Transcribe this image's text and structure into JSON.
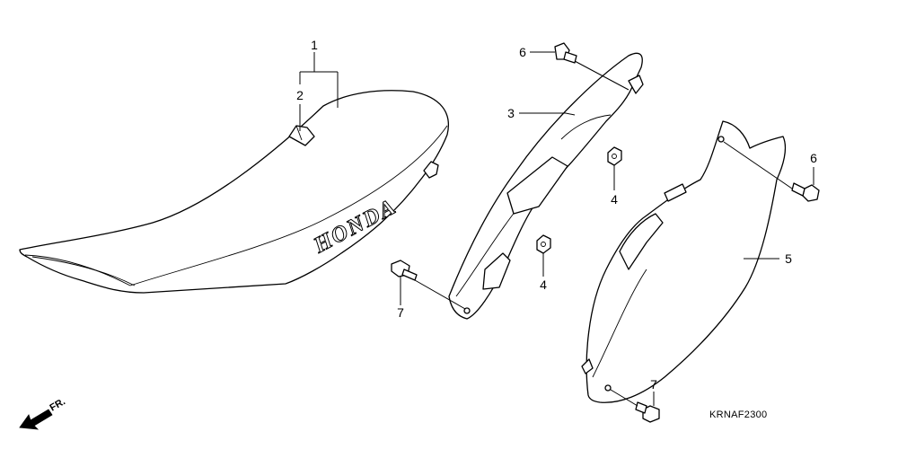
{
  "diagram": {
    "callouts": [
      {
        "id": "c1",
        "text": "1"
      },
      {
        "id": "c2",
        "text": "2"
      },
      {
        "id": "c3",
        "text": "3"
      },
      {
        "id": "c4a",
        "text": "4"
      },
      {
        "id": "c4b",
        "text": "4"
      },
      {
        "id": "c5",
        "text": "5"
      },
      {
        "id": "c6a",
        "text": "6"
      },
      {
        "id": "c6b",
        "text": "6"
      },
      {
        "id": "c7a",
        "text": "7"
      },
      {
        "id": "c7b",
        "text": "7"
      }
    ],
    "seat_brand": "HONDA",
    "front_marker": "FR.",
    "figure_code": "KRNAF2300"
  }
}
